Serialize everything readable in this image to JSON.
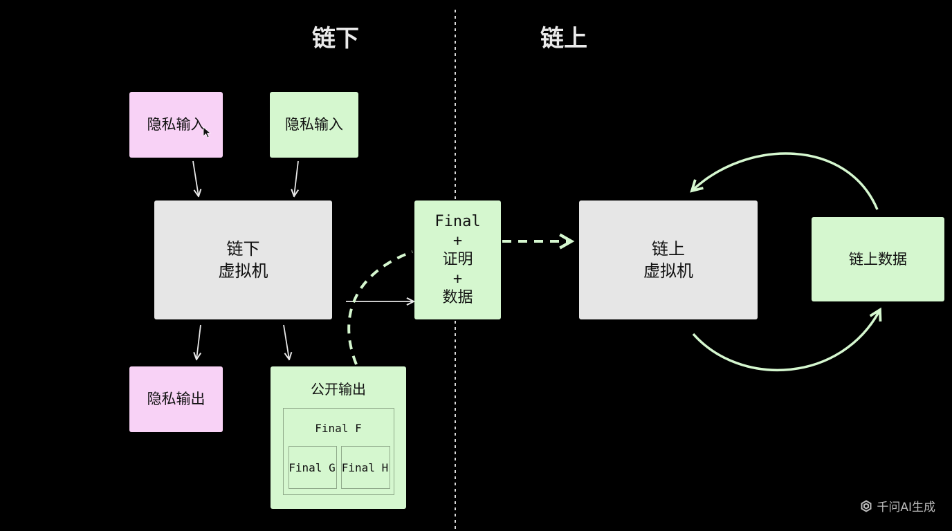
{
  "titles": {
    "offchain": "链下",
    "onchain": "链上"
  },
  "boxes": {
    "private_input_1": "隐私输入",
    "private_input_2": "隐私输入",
    "offchain_vm_line1": "链下",
    "offchain_vm_line2": "虚拟机",
    "private_output": "隐私输出",
    "public_output": "公开输出",
    "final_f": "Final F",
    "final_g": "Final G",
    "final_h": "Final H",
    "bundle_final": "Final",
    "bundle_plus_1": "+",
    "bundle_proof": "证明",
    "bundle_plus_2": "+",
    "bundle_data": "数据",
    "onchain_vm_line1": "链上",
    "onchain_vm_line2": "虚拟机",
    "onchain_data": "链上数据"
  },
  "watermark": {
    "text": "千问AI生成",
    "icon": "qwen-logo-icon"
  },
  "colors": {
    "background": "#000000",
    "pink": "#f8d2f6",
    "green": "#d5f7cf",
    "gray": "#e6e6e6",
    "arrow_white": "#e8e8e8",
    "arrow_green": "#d5f7cf"
  },
  "icons": {
    "cursor": "mouse-cursor-icon"
  }
}
